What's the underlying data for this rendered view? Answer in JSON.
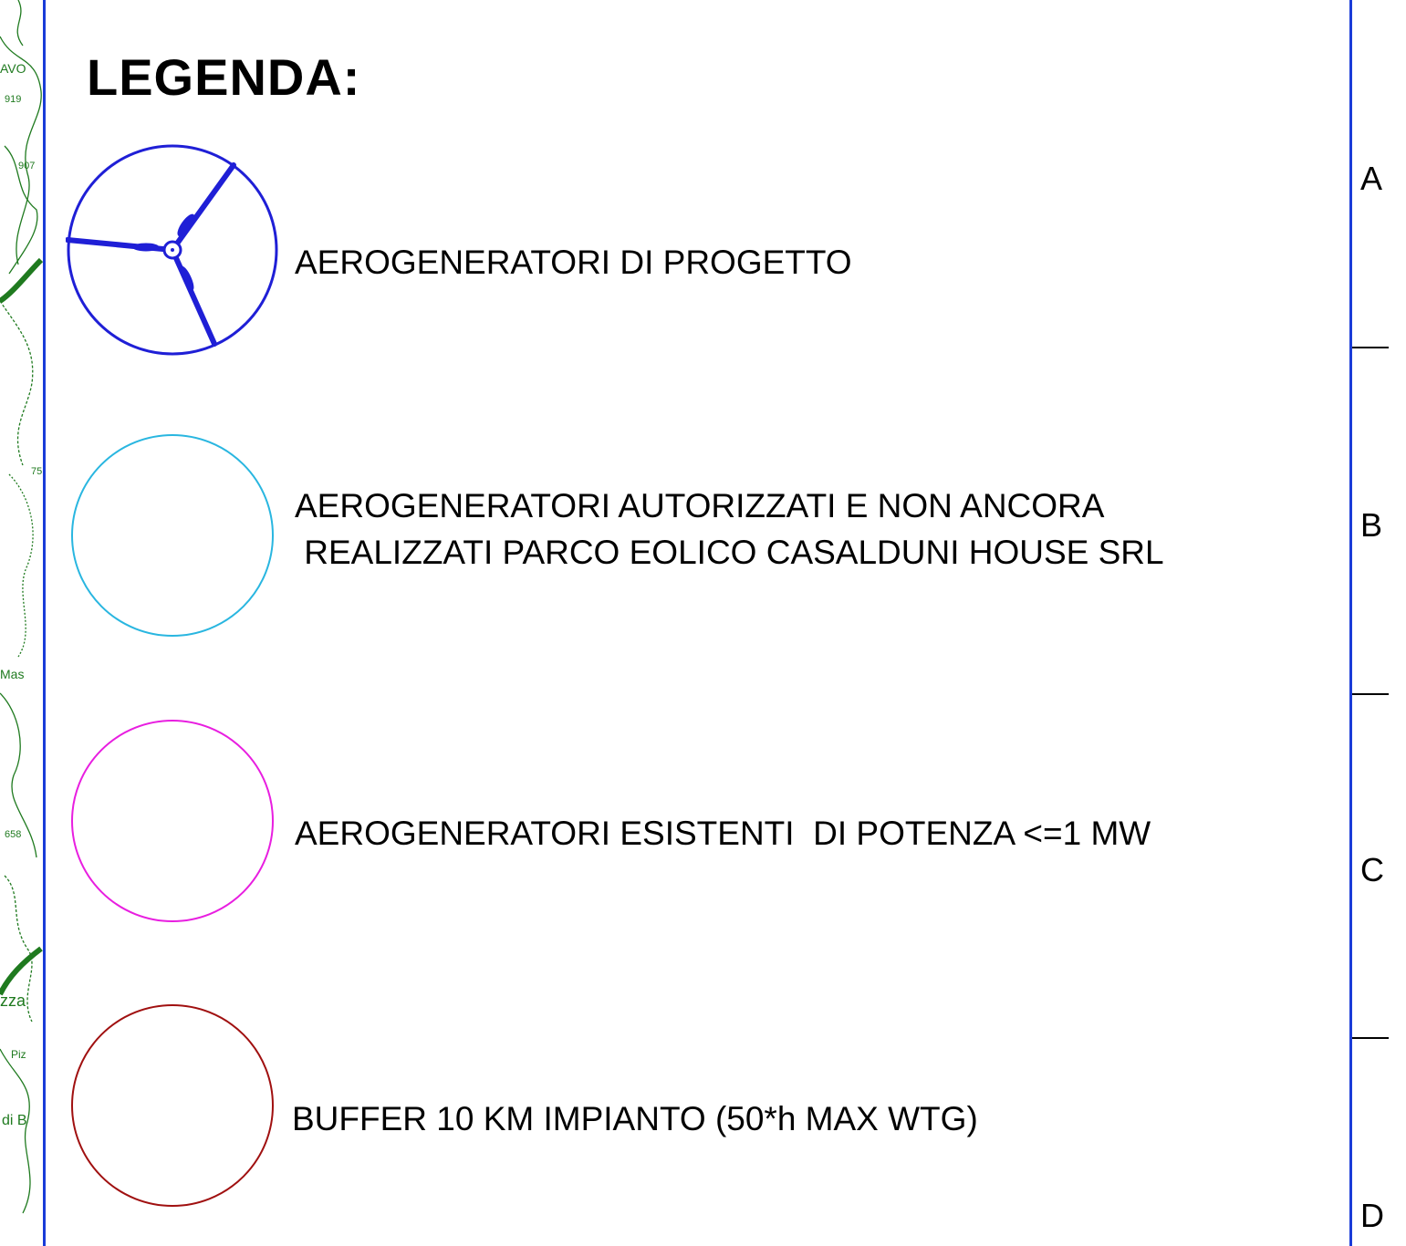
{
  "legend": {
    "title": "LEGENDA:",
    "items": [
      {
        "label_lines": [
          "AEROGENERATORI DI PROGETTO"
        ],
        "symbol": "turbine-circle-icon",
        "color": "#1f1fd6"
      },
      {
        "label_lines": [
          "AEROGENERATORI AUTORIZZATI E NON ANCORA",
          " REALIZZATI PARCO EOLICO CASALDUNI HOUSE SRL"
        ],
        "symbol": "circle-icon",
        "color": "#29b6e0"
      },
      {
        "label_lines": [
          "AEROGENERATORI ESISTENTI  DI POTENZA <=1 MW"
        ],
        "symbol": "circle-icon",
        "color": "#e81ee0"
      },
      {
        "label_lines": [
          "BUFFER 10 KM IMPIANTO (50*h MAX WTG)"
        ],
        "symbol": "circle-icon",
        "color": "#a01010"
      }
    ]
  },
  "map_fragment": {
    "labels": [
      "AVO",
      "919",
      "907",
      "75",
      "Mas",
      "658",
      "zza",
      "Piz",
      "di B"
    ],
    "contour_color": "#1f7a1f"
  },
  "frame": {
    "zones": [
      "A",
      "B",
      "C",
      "D"
    ],
    "line_color": "#1a3cd8"
  }
}
